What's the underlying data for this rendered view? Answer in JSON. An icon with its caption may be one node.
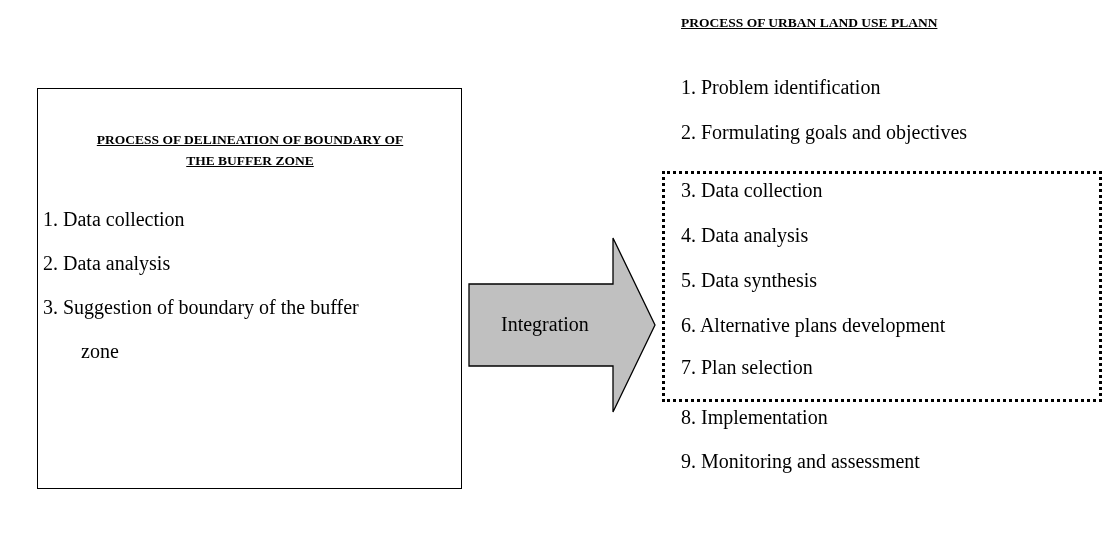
{
  "diagram": {
    "nodes": [
      {
        "text": [
          "PROCESS OF DELINEATION OF BOUNDARY OF THE BUFFER ZONE",
          "1. Data collection",
          "2. Data analysis",
          "3. Suggestion of boundary of the buffer zone"
        ]
      },
      {
        "text": [
          "3. Data collection",
          "4. Data analysis",
          "5. Data synthesis",
          "6. Alternative plans development",
          "7. Plan selection"
        ]
      }
    ],
    "edges": [
      {
        "from": 0,
        "to": 1,
        "arrow": "to",
        "label": "Integration"
      }
    ],
    "labels": [
      "PROCESS OF URBAN LAND USE PLANN",
      "1. Problem identification",
      "2. Formulating goals and objectives",
      "8. Implementation",
      "9. Monitoring and assessment"
    ]
  }
}
